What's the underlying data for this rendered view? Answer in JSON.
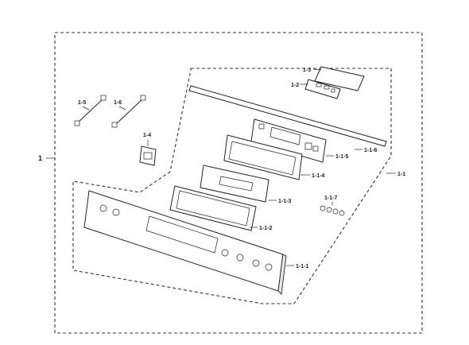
{
  "labels": {
    "l1": "1",
    "l1_1": "1-1",
    "l1_1_1": "1-1-1",
    "l1_1_2": "1-1-2",
    "l1_1_3": "1-1-3",
    "l1_1_4": "1-1-4",
    "l1_1_5": "1-1-5",
    "l1_1_6": "1-1-6",
    "l1_1_7": "1-1-7",
    "l1_2": "1-2",
    "l1_3": "1-3",
    "l1_4": "1-4",
    "l1_5": "1-5",
    "l1_6": "1-6"
  }
}
